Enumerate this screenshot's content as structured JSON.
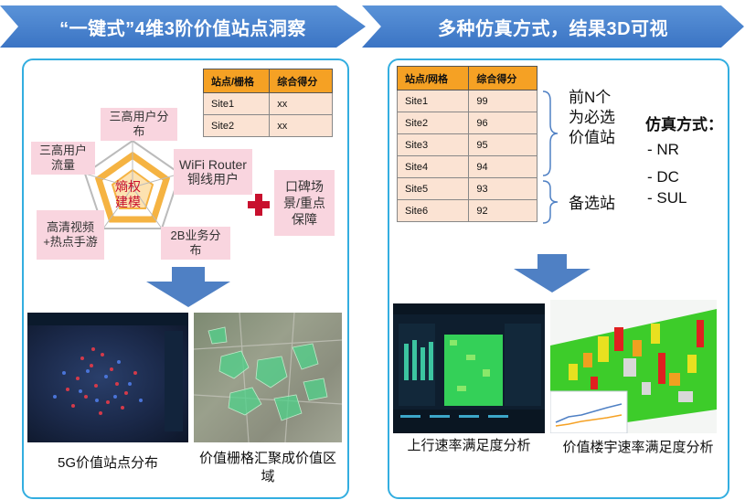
{
  "banners": {
    "left": "“一键式”4维3阶价值站点洞察",
    "right": "多种仿真方式，结果3D可视"
  },
  "left_table": {
    "headers": [
      "站点/栅格",
      "综合得分"
    ],
    "rows": [
      [
        "Site1",
        "xx"
      ],
      [
        "Site2",
        "xx"
      ]
    ]
  },
  "radar": {
    "center": "熵权\n建模",
    "labels": [
      "三高用户分布",
      "WiFi Router铜线用户",
      "2B业务分布",
      "高清视频+热点手游",
      "三高用户流量"
    ]
  },
  "side_label": "口碑场景/重点保障",
  "left_captions": [
    "5G价值站点分布",
    "价值栅格汇聚成价值区域"
  ],
  "right_table": {
    "headers": [
      "站点/网格",
      "综合得分"
    ],
    "rows": [
      [
        "Site1",
        "99"
      ],
      [
        "Site2",
        "96"
      ],
      [
        "Site3",
        "95"
      ],
      [
        "Site4",
        "94"
      ],
      [
        "Site5",
        "93"
      ],
      [
        "Site6",
        "92"
      ]
    ]
  },
  "brace_labels": [
    "前N个为必选价值站",
    "备选站"
  ],
  "sim": {
    "title": "仿真方式：",
    "items": [
      "- NR",
      "- DC",
      "- SUL"
    ]
  },
  "right_captions": [
    "上行速率满足度分析",
    "价值楼宇速率满足度分析"
  ],
  "colors": {
    "banner": "#4a86d0",
    "panel_border": "#33aee0",
    "table_header": "#f5a124",
    "table_cell": "#fbe3d3",
    "label_bg": "#f9d5df",
    "cross": "#c8102e"
  }
}
